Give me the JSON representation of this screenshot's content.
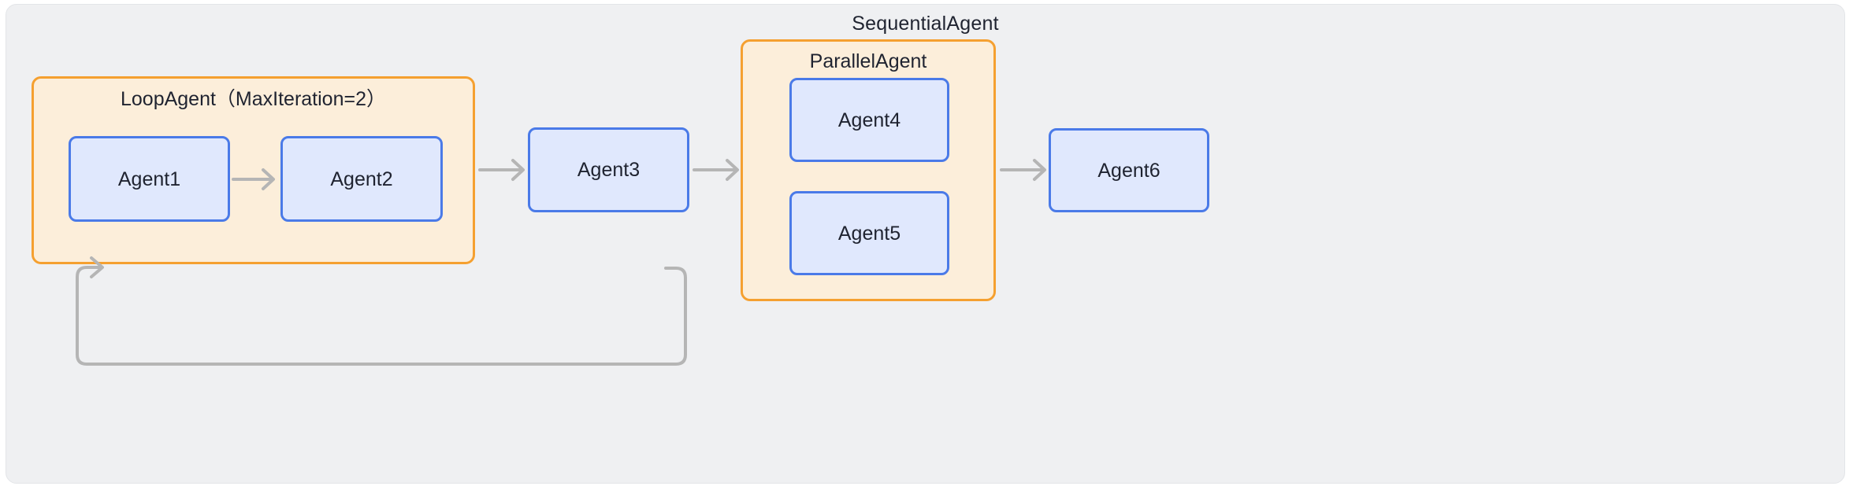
{
  "diagram": {
    "type": "agent-orchestration-flowchart",
    "background_color": "#ffffff",
    "container": {
      "name": "SequentialAgent",
      "title": "SequentialAgent",
      "fill_color": "#eff0f2",
      "border_color": "#e3e5e8"
    },
    "groups": [
      {
        "id": "loop-agent",
        "title": "LoopAgent（MaxIteration=2）",
        "fill_color": "#fceeda",
        "border_color": "#f5a030",
        "children": [
          "Agent1",
          "Agent2"
        ]
      },
      {
        "id": "parallel-agent",
        "title": "ParallelAgent",
        "fill_color": "#fceeda",
        "border_color": "#f5a030",
        "children": [
          "Agent4",
          "Agent5"
        ]
      }
    ],
    "nodes": [
      {
        "id": "agent1",
        "label": "Agent1",
        "fill_color": "#e0e8fd",
        "border_color": "#4a7ae8",
        "parent": "loop-agent"
      },
      {
        "id": "agent2",
        "label": "Agent2",
        "fill_color": "#e0e8fd",
        "border_color": "#4a7ae8",
        "parent": "loop-agent"
      },
      {
        "id": "agent3",
        "label": "Agent3",
        "fill_color": "#e0e8fd",
        "border_color": "#4a7ae8",
        "parent": "SequentialAgent"
      },
      {
        "id": "agent4",
        "label": "Agent4",
        "fill_color": "#e0e8fd",
        "border_color": "#4a7ae8",
        "parent": "parallel-agent"
      },
      {
        "id": "agent5",
        "label": "Agent5",
        "fill_color": "#e0e8fd",
        "border_color": "#4a7ae8",
        "parent": "parallel-agent"
      },
      {
        "id": "agent6",
        "label": "Agent6",
        "fill_color": "#e0e8fd",
        "border_color": "#4a7ae8",
        "parent": "SequentialAgent"
      }
    ],
    "edges": [
      {
        "id": "e-loopback",
        "from": "agent2",
        "to": "agent1",
        "style": "orthogonal-loopback",
        "color": "#b5b5b5"
      },
      {
        "id": "e-1-2",
        "from": "agent1",
        "to": "agent2",
        "style": "straight",
        "color": "#b5b5b5"
      },
      {
        "id": "e-loop-3",
        "from": "loop-agent",
        "to": "agent3",
        "style": "straight",
        "color": "#b5b5b5"
      },
      {
        "id": "e-3-parallel",
        "from": "agent3",
        "to": "parallel-agent",
        "style": "straight",
        "color": "#b5b5b5"
      },
      {
        "id": "e-parallel-6",
        "from": "parallel-agent",
        "to": "agent6",
        "style": "straight",
        "color": "#b5b5b5"
      }
    ]
  }
}
